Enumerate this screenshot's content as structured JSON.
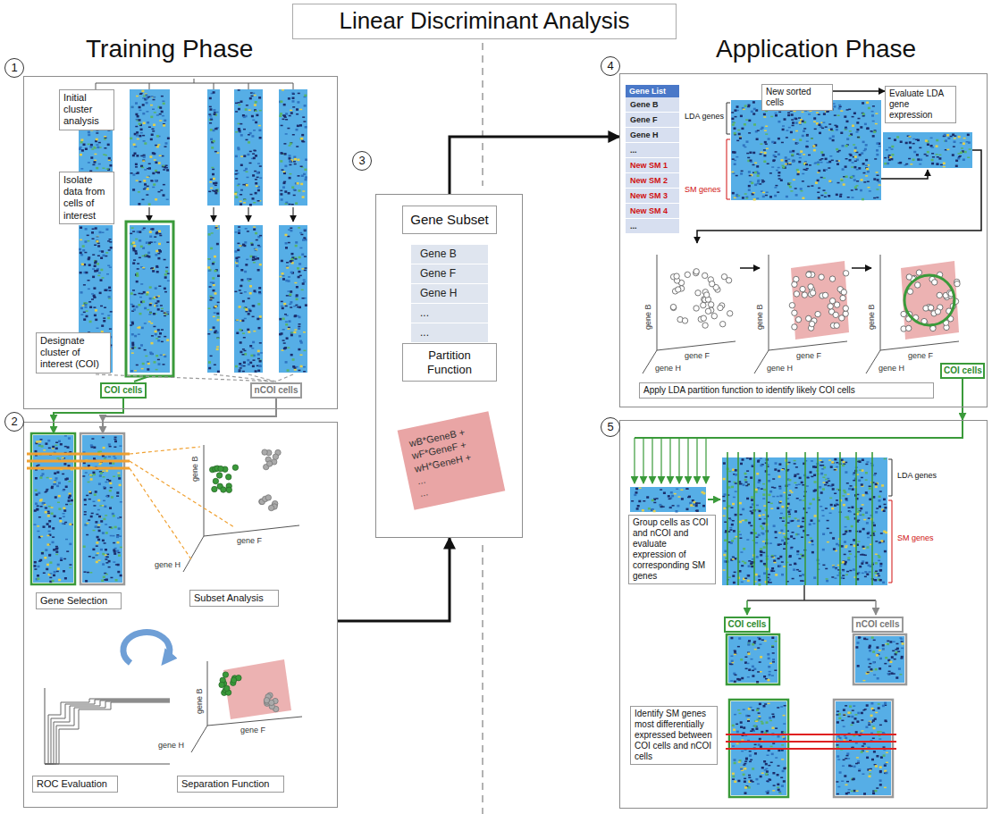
{
  "diagram": {
    "title": "Linear Discriminant Analysis",
    "nodes": [
      {
        "text": [
          "1"
        ]
      },
      {
        "text": [
          "Initial cluster analysis"
        ],
        "in": 0
      },
      {
        "text": [
          "Isolate data from cells of interest"
        ],
        "in": 0
      },
      {
        "text": [
          "Designate cluster of interest (COI)"
        ],
        "in": 0
      },
      {
        "text": [
          "COI cells"
        ],
        "in": 0
      },
      {
        "text": [
          "nCOI cells"
        ],
        "in": 0
      },
      {
        "text": [
          "2"
        ]
      },
      {
        "text": [
          "Gene Selection"
        ],
        "in": 6
      },
      {
        "text": [
          "Subset Analysis"
        ],
        "in": 6
      },
      {
        "text": [
          "ROC Evaluation"
        ],
        "in": 6
      },
      {
        "text": [
          "Separation Function"
        ],
        "in": 6
      },
      {
        "text": [
          "3"
        ]
      },
      {
        "text": [
          "Gene Subset"
        ],
        "in": 11
      },
      {
        "text": [
          "Gene B"
        ],
        "in": 11
      },
      {
        "text": [
          "Gene F"
        ],
        "in": 11
      },
      {
        "text": [
          "Gene H"
        ],
        "in": 11
      },
      {
        "text": [
          "..."
        ],
        "in": 11
      },
      {
        "text": [
          "..."
        ],
        "in": 11
      },
      {
        "text": [
          "Partition Function"
        ],
        "in": 11
      },
      {
        "text": [
          "wB*GeneB +",
          "wF*GeneF +",
          "wH*GeneH +",
          "...",
          "..."
        ],
        "in": 11
      },
      {
        "text": [
          "4"
        ]
      },
      {
        "text": [
          "Gene List"
        ],
        "in": 20
      },
      {
        "text": [
          "Gene B"
        ],
        "in": 21
      },
      {
        "text": [
          "Gene F"
        ],
        "in": 21
      },
      {
        "text": [
          "Gene H"
        ],
        "in": 21
      },
      {
        "text": [
          "..."
        ],
        "in": 21
      },
      {
        "text": [
          "New SM 1"
        ],
        "in": 21
      },
      {
        "text": [
          "New SM 2"
        ],
        "in": 21
      },
      {
        "text": [
          "New SM 3"
        ],
        "in": 21
      },
      {
        "text": [
          "New SM 4"
        ],
        "in": 21
      },
      {
        "text": [
          "..."
        ],
        "in": 21
      },
      {
        "text": [
          "New sorted cells"
        ],
        "in": 20
      },
      {
        "text": [
          "Evaluate LDA gene expression"
        ],
        "in": 20
      },
      {
        "text": [
          "Apply LDA partition function to identify likely COI cells"
        ],
        "in": 20
      },
      {
        "text": [
          "COI cells"
        ],
        "in": 20
      },
      {
        "text": [
          "5"
        ]
      },
      {
        "text": [
          "Group cells as COI and nCOI and evaluate expression of corresponding SM genes"
        ],
        "in": 35
      },
      {
        "text": [
          "COI cells"
        ],
        "in": 35
      },
      {
        "text": [
          "nCOI cells"
        ],
        "in": 35
      },
      {
        "text": [
          "Identify SM genes most differentially expressed between COI cells and nCOI cells"
        ],
        "in": 35
      }
    ],
    "edges": [
      {
        "from": 4,
        "to": 6,
        "arrow": "to"
      },
      {
        "from": 5,
        "to": 6,
        "arrow": "to"
      },
      {
        "from": 6,
        "to": 11,
        "arrow": "to"
      },
      {
        "from": 11,
        "to": 20,
        "arrow": "to"
      },
      {
        "from": 31,
        "to": 32,
        "arrow": "to"
      },
      {
        "from": 34,
        "to": 35,
        "arrow": "to"
      }
    ],
    "labels": [
      "Training Phase",
      "Application Phase",
      "gene B",
      "gene F",
      "gene H",
      "gene B",
      "gene F",
      "gene H",
      "LDA genes",
      "SM genes",
      "gene B",
      "gene F",
      "gene H",
      "gene B",
      "gene F",
      "gene H",
      "gene B",
      "gene F",
      "gene H",
      "LDA genes",
      "SM genes"
    ]
  }
}
